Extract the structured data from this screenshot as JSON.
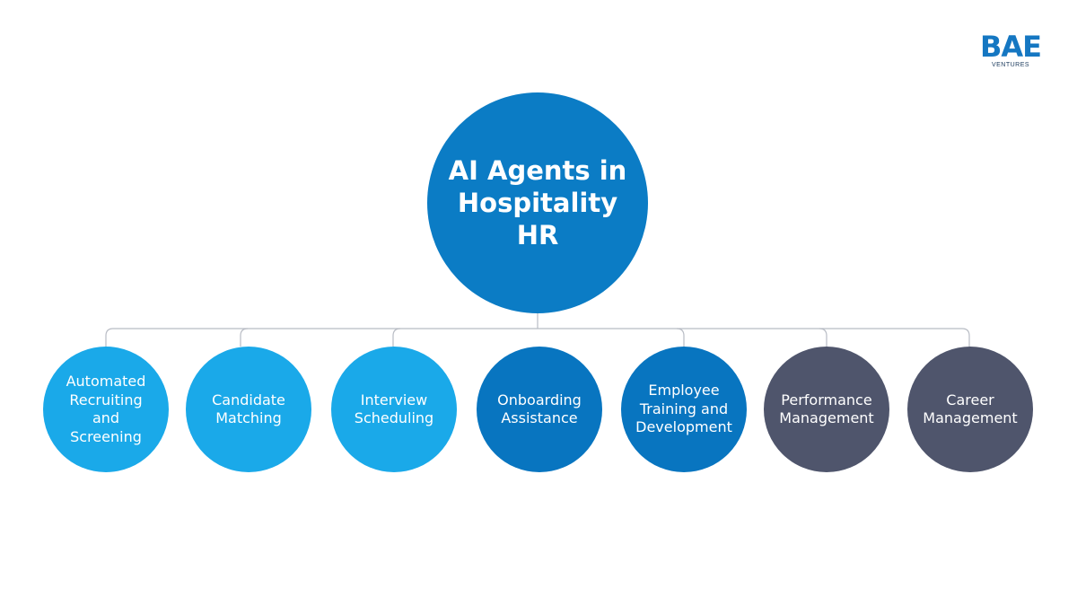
{
  "logo": {
    "mark": "BAE",
    "subtitle": "VENTURES"
  },
  "root": {
    "title": "AI Agents in\nHospitality\nHR"
  },
  "colors": {
    "light_blue": "#1aa9e9",
    "mid_blue": "#0875c0",
    "dark_slate": "#4f556c",
    "connector": "#b8bcc4"
  },
  "nodes": [
    {
      "label": "Automated\nRecruiting\nand\nScreening",
      "color": "light_blue"
    },
    {
      "label": "Candidate\nMatching",
      "color": "light_blue"
    },
    {
      "label": "Interview\nScheduling",
      "color": "light_blue"
    },
    {
      "label": "Onboarding\nAssistance",
      "color": "mid_blue"
    },
    {
      "label": "Employee\nTraining and\nDevelopment",
      "color": "mid_blue"
    },
    {
      "label": "Performance\nManagement",
      "color": "dark_slate"
    },
    {
      "label": "Career\nManagement",
      "color": "dark_slate"
    }
  ]
}
